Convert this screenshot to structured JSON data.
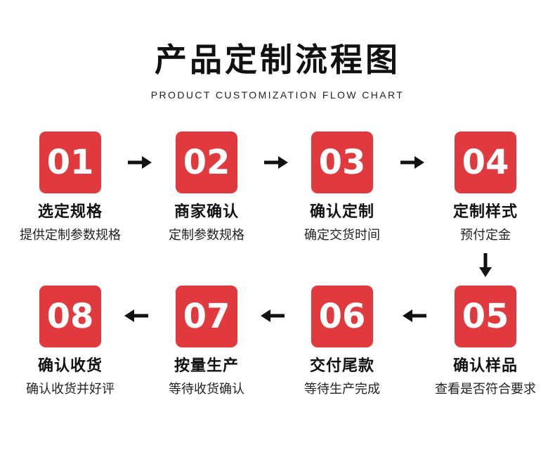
{
  "header": {
    "title": "产品定制流程图",
    "subtitle": "PRODUCT CUSTOMIZATION FLOW CHART"
  },
  "colors": {
    "badge": "#e03a3e",
    "arrow": "#111111"
  },
  "steps": [
    {
      "number": "01",
      "title": "选定规格",
      "desc": "提供定制参数规格"
    },
    {
      "number": "02",
      "title": "商家确认",
      "desc": "定制参数规格"
    },
    {
      "number": "03",
      "title": "确认定制",
      "desc": "确定交货时间"
    },
    {
      "number": "04",
      "title": "定制样式",
      "desc": "预付定金"
    },
    {
      "number": "05",
      "title": "确认样品",
      "desc": "查看是否符合要求"
    },
    {
      "number": "06",
      "title": "交付尾款",
      "desc": "等待生产完成"
    },
    {
      "number": "07",
      "title": "按量生产",
      "desc": "等待收货确认"
    },
    {
      "number": "08",
      "title": "确认收货",
      "desc": "确认收货并好评"
    }
  ]
}
